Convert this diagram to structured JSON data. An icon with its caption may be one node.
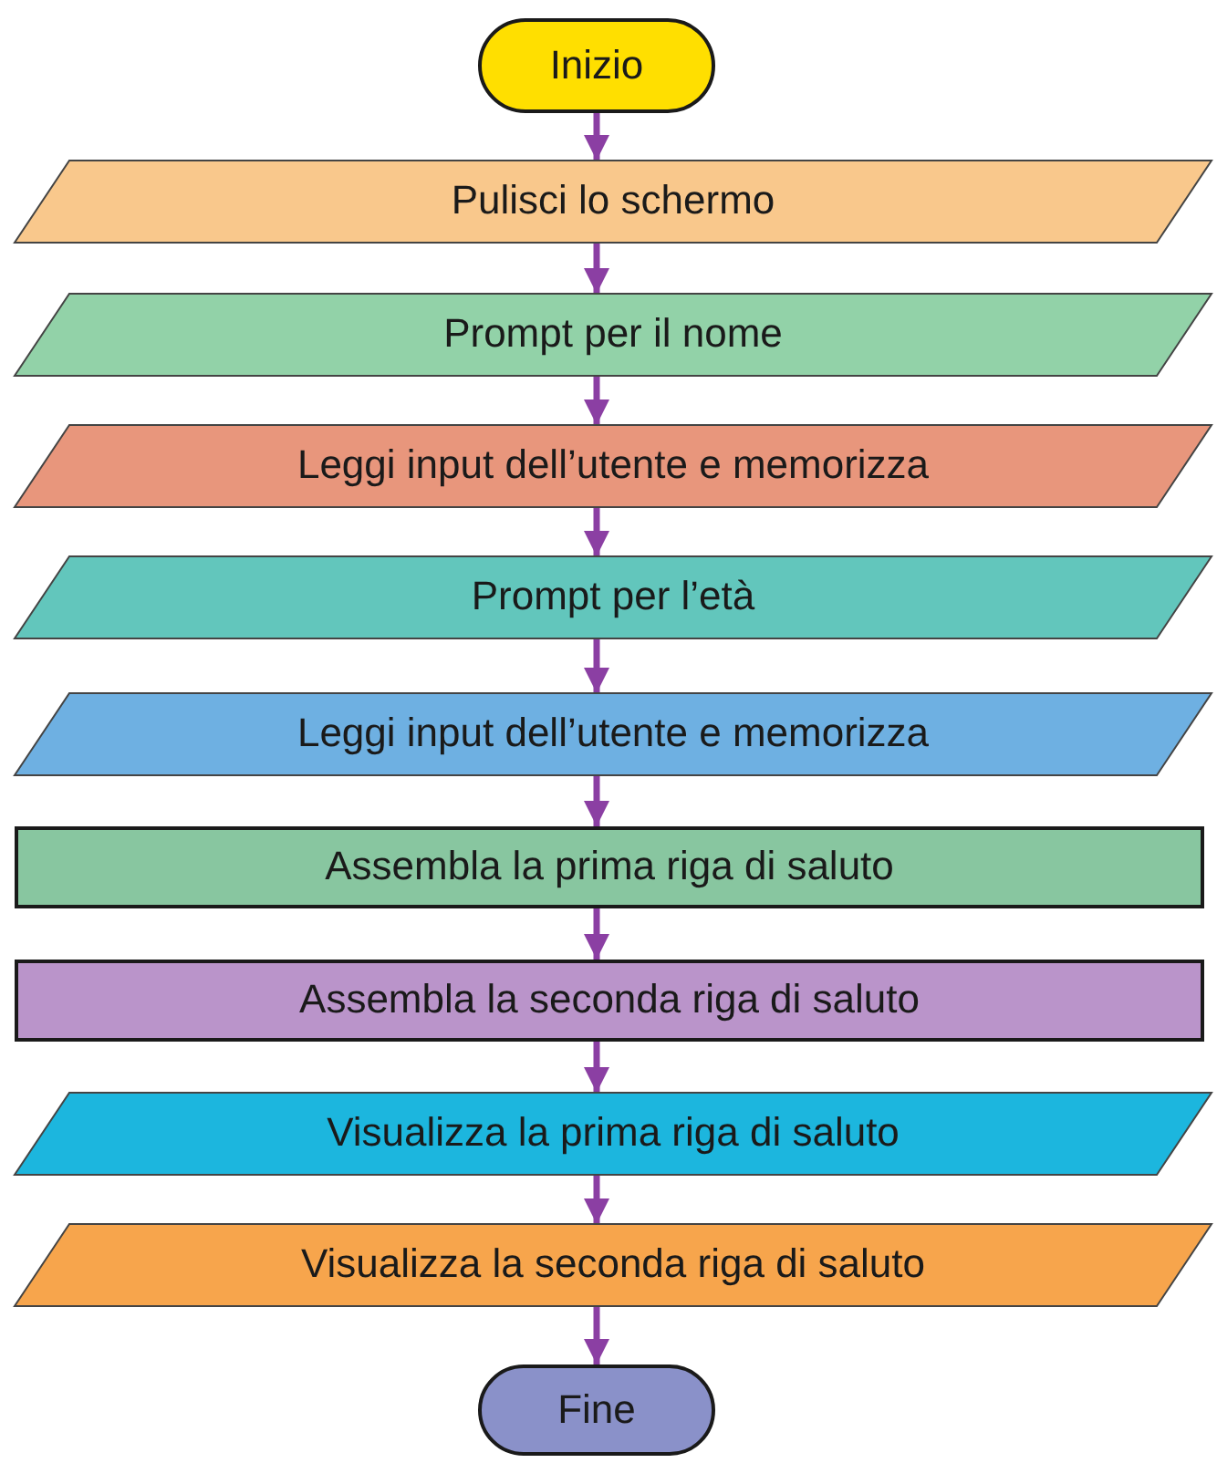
{
  "diagram": {
    "nodes": [
      {
        "text": [
          "Inizio"
        ]
      },
      {
        "text": [
          "Pulisci lo schermo"
        ]
      },
      {
        "text": [
          "Prompt per il nome"
        ]
      },
      {
        "text": [
          "Leggi input dell’utente e memorizza"
        ]
      },
      {
        "text": [
          "Prompt per l’età"
        ]
      },
      {
        "text": [
          "Leggi input dell’utente e memorizza"
        ]
      },
      {
        "text": [
          "Assembla la prima riga di saluto"
        ]
      },
      {
        "text": [
          "Assembla la seconda riga di saluto"
        ]
      },
      {
        "text": [
          "Visualizza la prima riga di saluto"
        ]
      },
      {
        "text": [
          "Visualizza la seconda riga di saluto"
        ]
      },
      {
        "text": [
          "Fine"
        ]
      }
    ],
    "edges": [
      {
        "from": 0,
        "to": 1,
        "arrow": "to"
      },
      {
        "from": 1,
        "to": 2,
        "arrow": "to"
      },
      {
        "from": 2,
        "to": 3,
        "arrow": "to"
      },
      {
        "from": 3,
        "to": 4,
        "arrow": "to"
      },
      {
        "from": 4,
        "to": 5,
        "arrow": "to"
      },
      {
        "from": 5,
        "to": 6,
        "arrow": "to"
      },
      {
        "from": 6,
        "to": 7,
        "arrow": "to"
      },
      {
        "from": 7,
        "to": 8,
        "arrow": "to"
      },
      {
        "from": 8,
        "to": 9,
        "arrow": "to"
      },
      {
        "from": 9,
        "to": 10,
        "arrow": "to"
      }
    ]
  }
}
